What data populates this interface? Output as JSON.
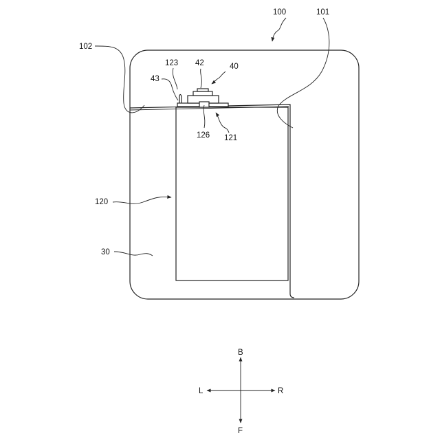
{
  "labels": {
    "ref_100": "100",
    "ref_101": "101",
    "ref_102": "102",
    "ref_40": "40",
    "ref_42": "42",
    "ref_123": "123",
    "ref_43": "43",
    "ref_126": "126",
    "ref_121": "121",
    "ref_120": "120",
    "ref_30": "30"
  },
  "directions": {
    "back": "B",
    "front": "F",
    "left": "L",
    "right": "R"
  }
}
